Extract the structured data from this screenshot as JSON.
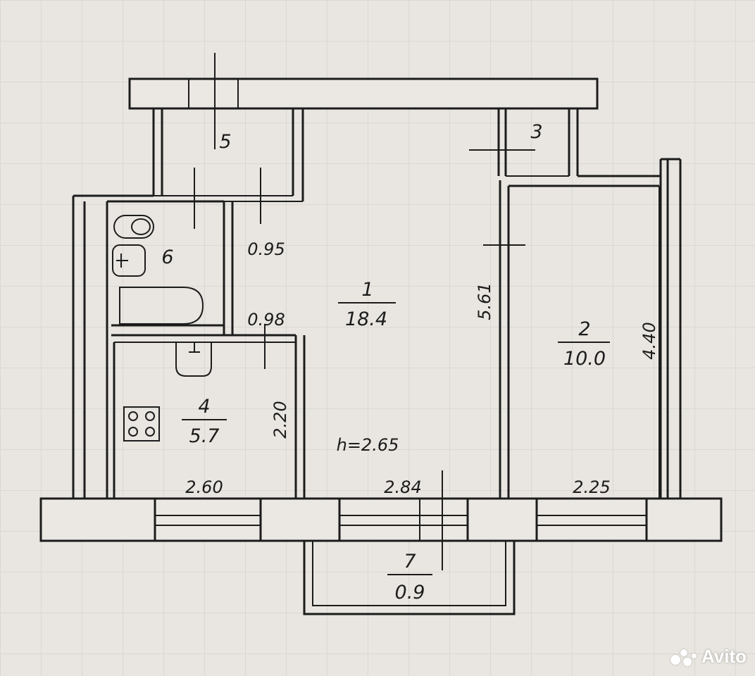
{
  "rooms": [
    {
      "num": "1",
      "area": "18.4"
    },
    {
      "num": "2",
      "area": "10.0"
    },
    {
      "num": "3",
      "area": ""
    },
    {
      "num": "4",
      "area": "5.7"
    },
    {
      "num": "5",
      "area": ""
    },
    {
      "num": "6",
      "area": ""
    },
    {
      "num": "7",
      "area": "0.9"
    }
  ],
  "dimensions": {
    "corridor_width": "0.95",
    "bath_wall": "0.98",
    "room1_depth": "5.61",
    "room2_depth": "4.40",
    "kitchen_depth": "2.20",
    "kitchen_width": "2.60",
    "room1_width": "2.84",
    "room2_width": "2.25",
    "ceiling_height": "h=2.65"
  },
  "watermark": {
    "text": "Avito"
  },
  "colors": {
    "paper": "#e9e6e1",
    "ink": "#1c1c1c"
  }
}
